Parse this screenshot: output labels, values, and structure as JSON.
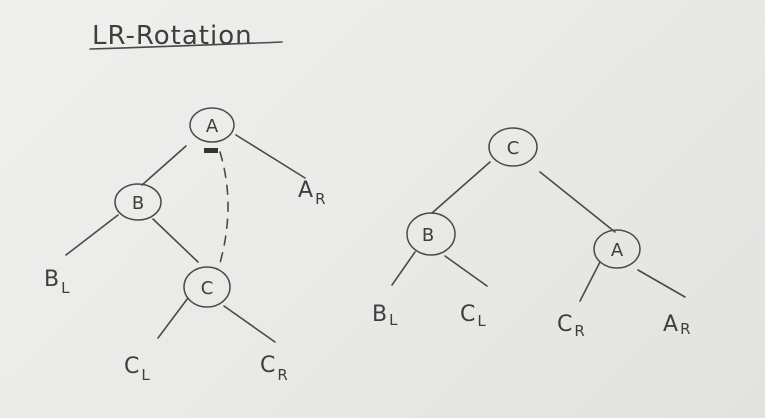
{
  "title": "LR-Rotation",
  "before": {
    "nodes": {
      "a": "A",
      "b": "B",
      "c": "C"
    },
    "leaves": {
      "ar": {
        "main": "A",
        "sub": "R"
      },
      "bl": {
        "main": "B",
        "sub": "L"
      },
      "cl": {
        "main": "C",
        "sub": "L"
      },
      "cr": {
        "main": "C",
        "sub": "R"
      }
    }
  },
  "after": {
    "nodes": {
      "c": "C",
      "b": "B",
      "a": "A"
    },
    "leaves": {
      "bl": {
        "main": "B",
        "sub": "L"
      },
      "cl": {
        "main": "C",
        "sub": "L"
      },
      "cr": {
        "main": "C",
        "sub": "R"
      },
      "ar": {
        "main": "A",
        "sub": "R"
      }
    }
  }
}
